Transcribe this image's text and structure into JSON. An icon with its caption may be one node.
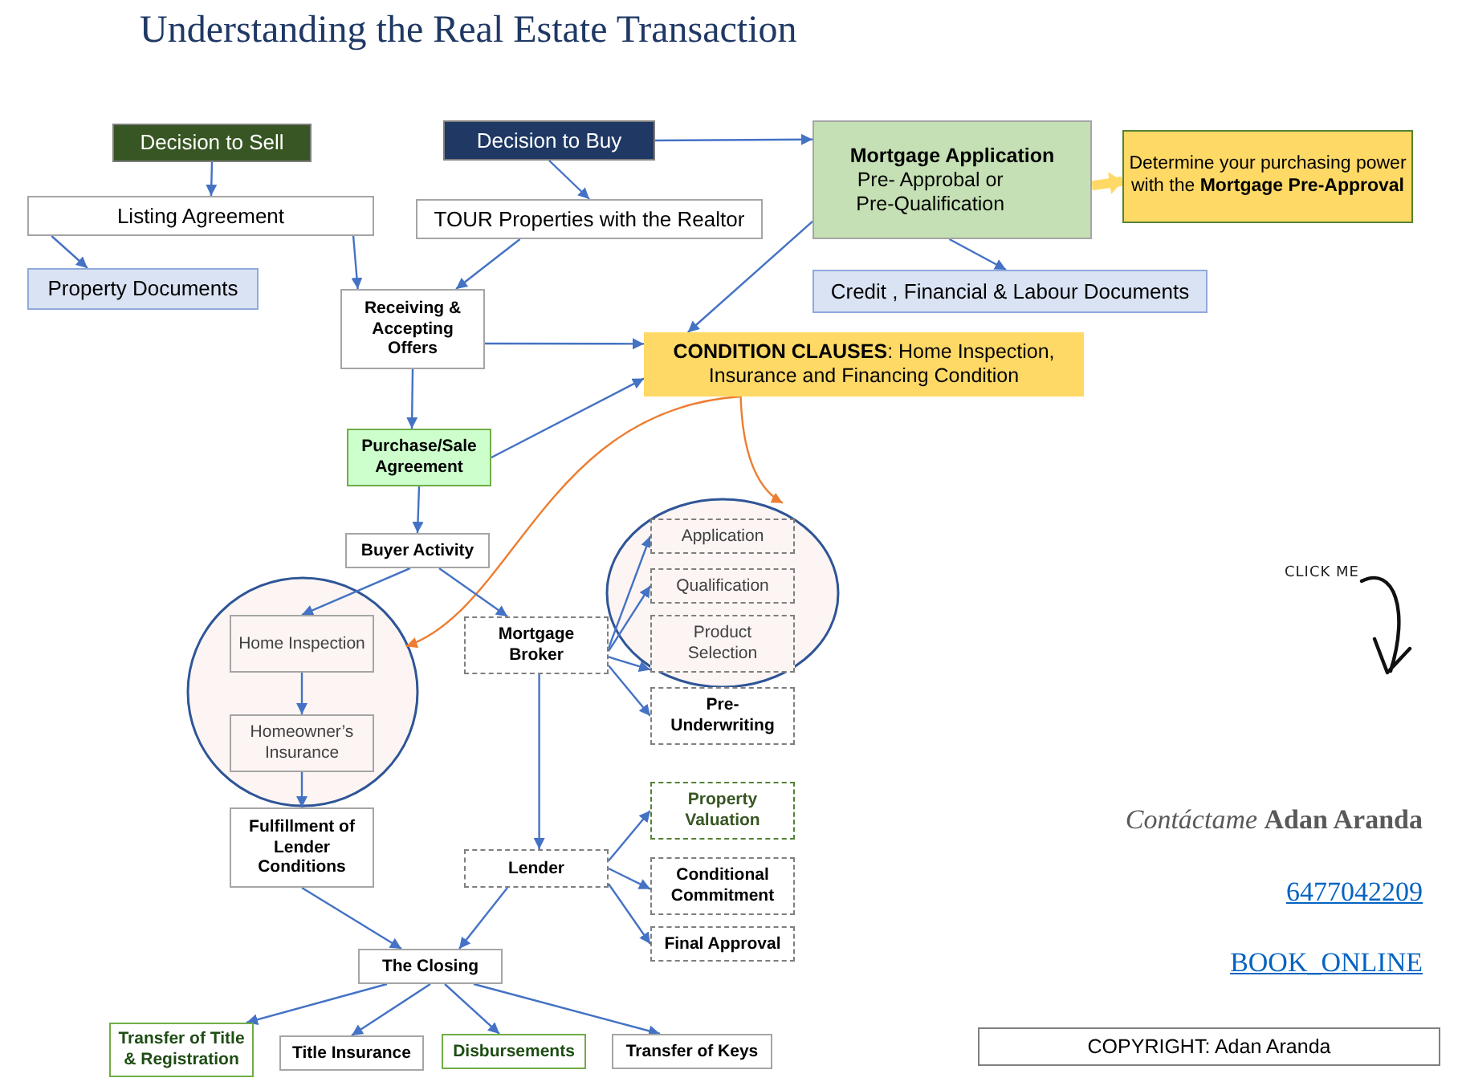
{
  "diagram": {
    "title": "Understanding the Real Estate Transaction",
    "nodes": [
      {
        "text": [
          "Decision to Sell"
        ]
      },
      {
        "text": [
          "Decision to Buy"
        ]
      },
      {
        "text": [
          "Mortgage Application",
          "Pre- Approbal or Pre-Qualification"
        ]
      },
      {
        "text": [
          "Determine your purchasing power with the **Mortgage Pre-Approval**"
        ]
      },
      {
        "text": [
          "Listing Agreement"
        ]
      },
      {
        "text": [
          "TOUR Properties with the Realtor"
        ]
      },
      {
        "text": [
          "Property Documents"
        ]
      },
      {
        "text": [
          "Receiving & Accepting Offers"
        ]
      },
      {
        "text": [
          "Credit , Financial & Labour Documents"
        ]
      },
      {
        "text": [
          "**CONDITION CLAUSES**: Home Inspection, Insurance  and Financing Condition"
        ]
      },
      {
        "text": [
          "Purchase/Sale Agreement"
        ]
      },
      {
        "text": [
          "Buyer Activity"
        ]
      },
      {
        "text": [],
        "shape": "circle"
      },
      {
        "text": [
          "Home Inspection"
        ],
        "in": 12
      },
      {
        "text": [
          "Homeowner’s Insurance"
        ],
        "in": 12
      },
      {
        "text": [
          "Fulfillment of Lender Conditions"
        ]
      },
      {
        "text": [],
        "shape": "circle"
      },
      {
        "text": [
          "Mortgage Broker"
        ]
      },
      {
        "text": [
          "Application"
        ],
        "in": 16
      },
      {
        "text": [
          "Qualification"
        ],
        "in": 16
      },
      {
        "text": [
          "Product Selection"
        ],
        "in": 16
      },
      {
        "text": [
          "Pre- Underwriting"
        ]
      },
      {
        "text": [
          "Property Valuation"
        ]
      },
      {
        "text": [
          "Lender"
        ]
      },
      {
        "text": [
          "Conditional Commitment"
        ]
      },
      {
        "text": [
          "Final Approval"
        ]
      },
      {
        "text": [
          "The Closing"
        ]
      },
      {
        "text": [
          "Transfer of Title & Registration"
        ]
      },
      {
        "text": [
          "Title Insurance"
        ]
      },
      {
        "text": [
          "Disbursements"
        ]
      },
      {
        "text": [
          "Transfer of Keys"
        ]
      }
    ],
    "edges": [
      {
        "from": 0,
        "to": 4,
        "arrow": "to"
      },
      {
        "from": 1,
        "to": 5,
        "arrow": "to"
      },
      {
        "from": 1,
        "to": 2,
        "arrow": "to"
      },
      {
        "from": 4,
        "to": 6,
        "arrow": "to"
      },
      {
        "from": 4,
        "to": 7,
        "arrow": "to"
      },
      {
        "from": 5,
        "to": 7,
        "arrow": "to"
      },
      {
        "from": 2,
        "to": 9,
        "arrow": "to"
      },
      {
        "from": 2,
        "to": 8,
        "arrow": "to"
      },
      {
        "from": 2,
        "to": 3,
        "arrow": "to",
        "style": "thick",
        "color": "#ffd966"
      },
      {
        "from": 7,
        "to": 9,
        "arrow": "to"
      },
      {
        "from": 7,
        "to": 10,
        "arrow": "to"
      },
      {
        "from": 10,
        "to": 9,
        "arrow": "to"
      },
      {
        "from": 9,
        "to": 16,
        "arrow": "to",
        "color": "#ed7d31"
      },
      {
        "from": 9,
        "to": 12,
        "arrow": "to",
        "color": "#ed7d31"
      },
      {
        "from": 10,
        "to": 11,
        "arrow": "to"
      },
      {
        "from": 11,
        "to": 13,
        "arrow": "to"
      },
      {
        "from": 11,
        "to": 17,
        "arrow": "to"
      },
      {
        "from": 13,
        "to": 14,
        "arrow": "to"
      },
      {
        "from": 14,
        "to": 15,
        "arrow": "to"
      },
      {
        "from": 17,
        "to": 18,
        "arrow": "to"
      },
      {
        "from": 17,
        "to": 19,
        "arrow": "to"
      },
      {
        "from": 17,
        "to": 20,
        "arrow": "to"
      },
      {
        "from": 17,
        "to": 21,
        "arrow": "to"
      },
      {
        "from": 17,
        "to": 23,
        "arrow": "to"
      },
      {
        "from": 23,
        "to": 22,
        "arrow": "to"
      },
      {
        "from": 23,
        "to": 24,
        "arrow": "to"
      },
      {
        "from": 23,
        "to": 25,
        "arrow": "to"
      },
      {
        "from": 15,
        "to": 26,
        "arrow": "to"
      },
      {
        "from": 23,
        "to": 26,
        "arrow": "to"
      },
      {
        "from": 26,
        "to": 27,
        "arrow": "to"
      },
      {
        "from": 26,
        "to": 28,
        "arrow": "to"
      },
      {
        "from": 26,
        "to": 29,
        "arrow": "to"
      },
      {
        "from": 26,
        "to": 30,
        "arrow": "to"
      }
    ],
    "labels": [
      "CLICK ME",
      "*Contáctame* **Adan Aranda**",
      "6477042209",
      "BOOK_ONLINE",
      "COPYRIGHT: Adan Aranda"
    ]
  }
}
